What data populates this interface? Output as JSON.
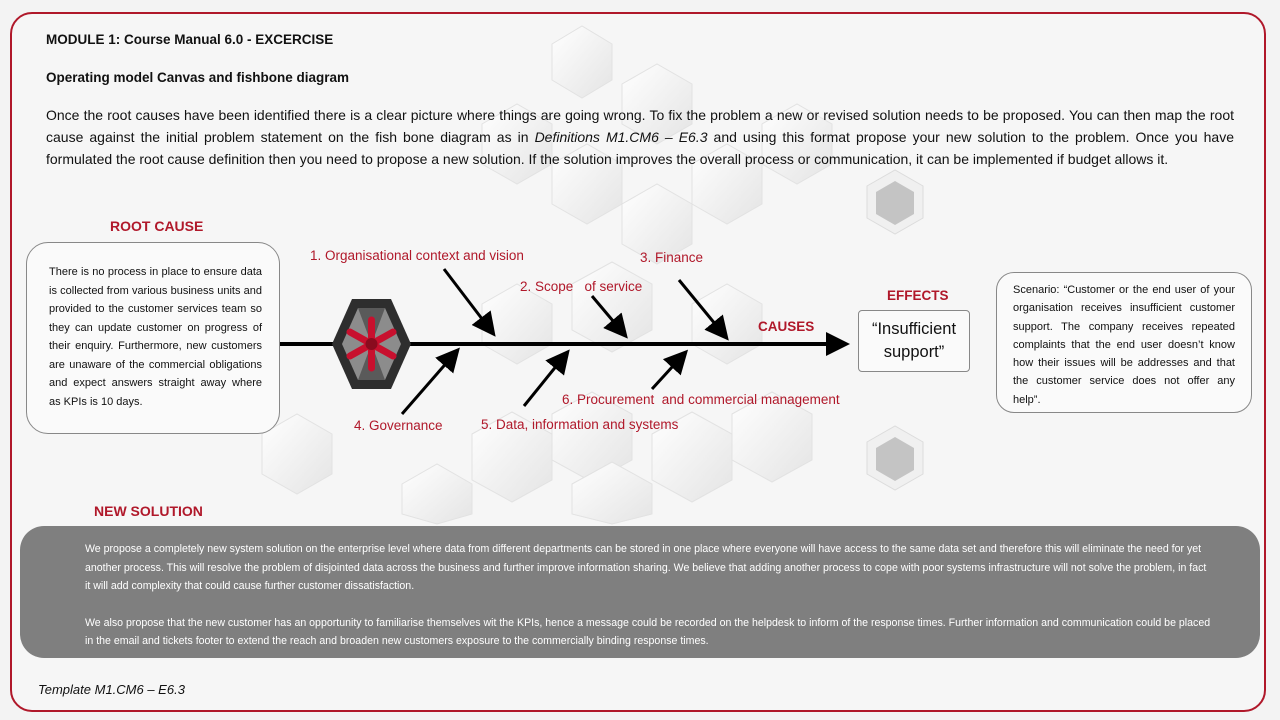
{
  "header": {
    "module_title": "MODULE 1: Course Manual 6.0 - EXCERCISE",
    "subtitle": "Operating model Canvas and fishbone diagram"
  },
  "intro": {
    "part1": "Once the root causes have been identified there is a clear picture where things are going wrong. To fix the problem a new or revised solution needs to be proposed. You can then map the root cause against the initial problem statement on the fish bone diagram as in ",
    "reference": "Definitions M1.CM6 – E6.3",
    "part2": " and using this format propose your new solution to the problem. Once you have formulated the root cause definition then you need to propose a new solution. If the solution improves the overall process or communication, it can be implemented if budget allows it."
  },
  "root_cause": {
    "heading": "ROOT CAUSE",
    "text": "There is no process in place to ensure data is collected from various business units and provided to the customer services team so they can update customer on progress of their enquiry. Furthermore, new customers are unaware of the commercial obligations and expect answers straight away where as KPIs is 10 days."
  },
  "fishbone": {
    "causes_label": "CAUSES",
    "effects_label": "EFFECTS",
    "effect_text": "“Insufficient support”",
    "causes": [
      "1. Organisational context and vision",
      "2. Scope   of service",
      "3. Finance",
      "4. Governance",
      "5. Data, information and systems",
      "6. Procurement  and commercial management"
    ],
    "colors": {
      "accent": "#b0182a",
      "arrow": "#000000",
      "hex_dark": "#3a3a3a",
      "hex_mid": "#8a8a8a"
    }
  },
  "scenario": {
    "text": "Scenario: “Customer or the end user of your organisation receives insufficient customer support. The company receives repeated complaints that the end user doesn’t know how their issues will be addresses and that the customer service does not offer any help”."
  },
  "new_solution": {
    "heading": "NEW SOLUTION",
    "paragraph1": "We propose a completely new system solution on the enterprise level where data from different departments can be stored in one place where everyone will have access to the same data set and therefore this will eliminate the need for yet another process. This will resolve the problem of disjointed data across the business and further improve information sharing.  We believe that adding another process to cope with poor systems infrastructure will not solve the problem, in fact it will add complexity that could cause further customer dissatisfaction.",
    "paragraph2": "We also propose that the new customer has an opportunity to familiarise themselves wit the KPIs, hence a message could be recorded on the helpdesk to inform of the response times. Further information and communication could be placed in the email and tickets footer to extend the reach and broaden new customers exposure to the commercially binding response times."
  },
  "footer": {
    "template_ref": "Template M1.CM6 – E6.3"
  }
}
